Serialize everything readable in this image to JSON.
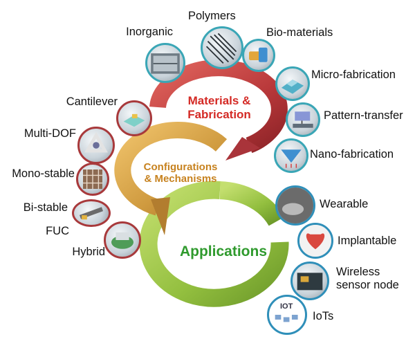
{
  "center": {
    "materials": [
      "Materials &",
      "Fabrication"
    ],
    "configs": [
      "Configurations",
      "& Mechanisms"
    ],
    "applications": "Applications"
  },
  "top_items": [
    {
      "label": "Inorganic",
      "icon": "inorganic-icon"
    },
    {
      "label": "Polymers",
      "icon": "polymers-icon"
    },
    {
      "label": "Bio-materials",
      "icon": "bio-materials-icon"
    },
    {
      "label": "Micro-fabrication",
      "icon": "micro-fabrication-icon"
    },
    {
      "label": "Pattern-transfer",
      "icon": "pattern-transfer-icon"
    },
    {
      "label": "Nano-fabrication",
      "icon": "nano-fabrication-icon"
    }
  ],
  "left_items": [
    {
      "label": "Cantilever",
      "icon": "cantilever-icon"
    },
    {
      "label": "Multi-DOF",
      "icon": "multi-dof-icon"
    },
    {
      "label": "Mono-stable",
      "icon": "mono-stable-icon"
    },
    {
      "label": "Bi-stable",
      "icon": "bi-stable-icon"
    },
    {
      "label": "FUC",
      "icon": "fuc-icon"
    },
    {
      "label": "Hybrid",
      "icon": "hybrid-icon"
    }
  ],
  "right_items": [
    {
      "label": "Wearable",
      "icon": "wearable-icon"
    },
    {
      "label": "Implantable",
      "icon": "implantable-icon"
    },
    {
      "label": [
        "Wireless",
        "sensor node"
      ],
      "icon": "wireless-sensor-node-icon"
    },
    {
      "label": "IoTs",
      "icon": "iots-icon",
      "badge": "IOT"
    }
  ],
  "colors": {
    "materials_ring": "#c0443f",
    "configs_ring": "#cf9a3f",
    "applications_ring": "#93bf3f",
    "materials_text": "#d42a25",
    "configs_text": "#c7821f",
    "applications_text": "#2f9a2d"
  }
}
